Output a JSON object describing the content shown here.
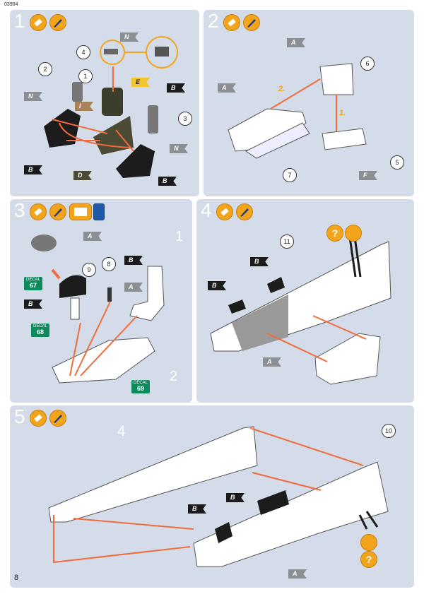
{
  "doc_code": "03904",
  "page_number": "8",
  "colors": {
    "panel_bg": "#d3dce8",
    "arrow": "#f26b3a",
    "accent": "#f2a51a",
    "decal": "#0b8a5c"
  },
  "steps": [
    {
      "number": "1",
      "callouts": [
        "1",
        "2",
        "3",
        "4"
      ],
      "flags": [
        "N",
        "N",
        "N",
        "B",
        "B",
        "B",
        "D",
        "I",
        "E"
      ]
    },
    {
      "number": "2",
      "callouts": [
        "5",
        "6",
        "7"
      ],
      "flags": [
        "A",
        "A",
        "F"
      ],
      "order": [
        "1.",
        "2."
      ]
    },
    {
      "number": "3",
      "callouts": [
        "8",
        "9"
      ],
      "flags": [
        "A",
        "A",
        "B",
        "B"
      ],
      "ref_numbers": [
        "1",
        "2"
      ],
      "decals": [
        {
          "label": "DECAL",
          "num": "67"
        },
        {
          "label": "DECAL",
          "num": "68"
        },
        {
          "label": "DECAL",
          "num": "69"
        }
      ]
    },
    {
      "number": "4",
      "callouts": [
        "11"
      ],
      "flags": [
        "B",
        "B",
        "A"
      ],
      "hint": "?"
    },
    {
      "number": "5",
      "callouts": [
        "10"
      ],
      "flags": [
        "B",
        "B",
        "A"
      ],
      "ref_numbers": [
        "4"
      ],
      "hint": "?"
    }
  ]
}
